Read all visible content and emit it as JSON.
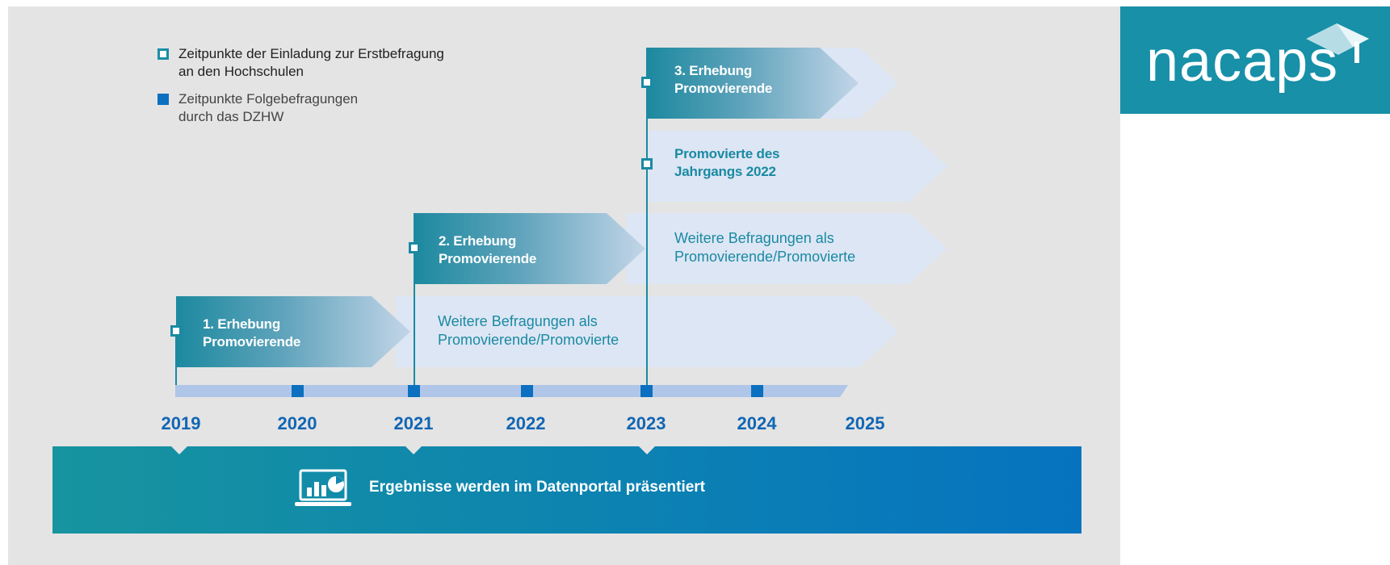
{
  "legend": {
    "initial": "Zeitpunkte der Einladung zur Erstbefragung\nan den Hochschulen",
    "followup": "Zeitpunkte Folgebefragungen\ndurch das DZHW"
  },
  "banners": {
    "survey1": "1. Erhebung\nPromovierende",
    "survey1_followup": "Weitere Befragungen als\nPromovierende/Promovierte",
    "survey2": "2. Erhebung\nPromovierende",
    "survey2_followup": "Weitere Befragungen als\nPromovierende/Promovierte",
    "survey3": "3. Erhebung\nPromovierende",
    "graduates2022": "Promovierte des\nJahrgangs 2022"
  },
  "timeline": {
    "years": [
      "2019",
      "2020",
      "2021",
      "2022",
      "2023",
      "2024",
      "2025"
    ]
  },
  "results": {
    "text": "Ergebnisse werden im Datenportal präsentiert",
    "icon": "laptop-chart-icon"
  },
  "logo": {
    "text": "nacaps",
    "icon": "graduation-cap-icon"
  },
  "colors": {
    "teal": "#1a8aa3",
    "blue": "#0d6fbf",
    "year_blue": "#1266b4",
    "light_banner": "#dde6f4",
    "timeline_bar": "#afc6e8"
  }
}
